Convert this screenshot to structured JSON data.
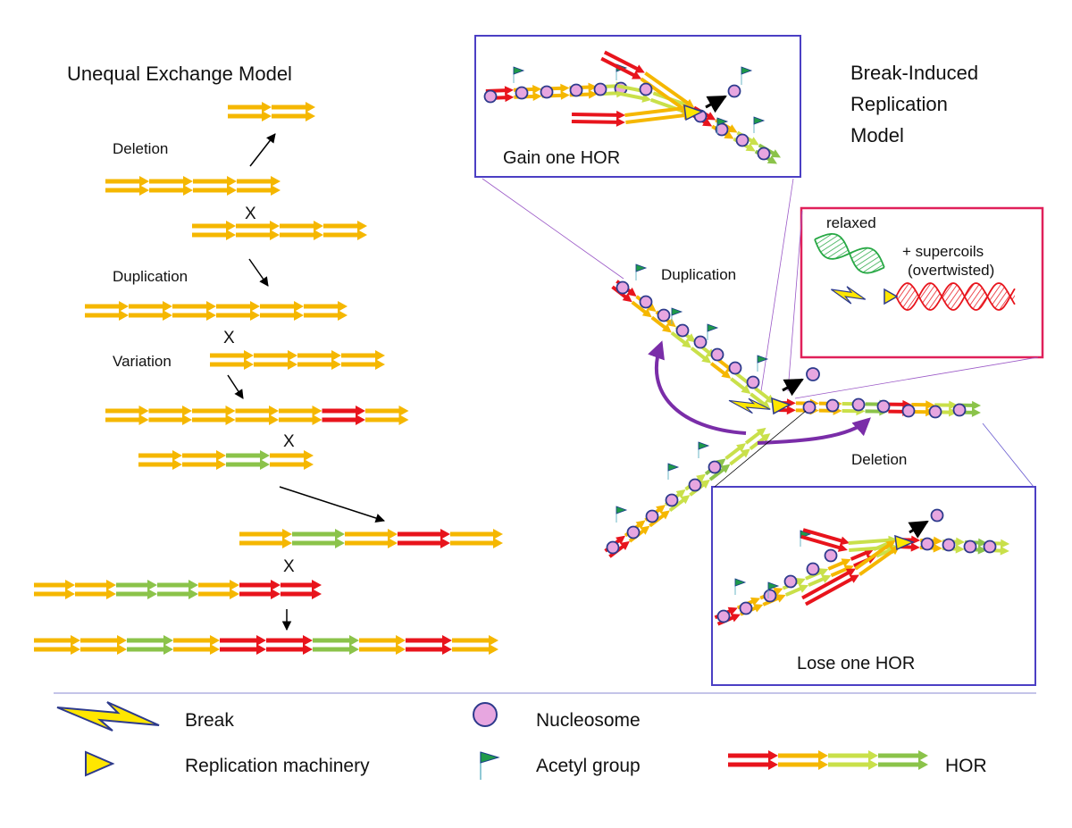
{
  "colors": {
    "orange": "#F5B700",
    "red": "#E8141C",
    "green": "#8BC34A",
    "yellow_green": "#C9E04A",
    "nucleosome": "#E7A6E0",
    "nucleosome_stroke": "#2D3A8C",
    "box_purple": "#4B3FC4",
    "box_pink": "#E0205A",
    "arrow_purple": "#7A2DA8"
  },
  "left": {
    "title": "Unequal Exchange Model",
    "deletion_label": "Deletion",
    "duplication_label": "Duplication",
    "variation_label": "Variation",
    "cross_mark": "X"
  },
  "right": {
    "title_line1": "Break-Induced",
    "title_line2": "Replication",
    "title_line3": "Model",
    "gain_label": "Gain one HOR",
    "lose_label": "Lose one HOR",
    "duplication_label": "Duplication",
    "deletion_label": "Deletion",
    "relaxed_label": "relaxed",
    "supercoils_line1": "+ supercoils",
    "supercoils_line2": "(overtwisted)"
  },
  "legend": {
    "break": "Break",
    "replication": "Replication machinery",
    "nucleosome": "Nucleosome",
    "acetyl": "Acetyl group",
    "hor": "HOR"
  },
  "icons": [
    "lightning-break-icon",
    "replication-machinery-icon",
    "nucleosome-icon",
    "acetyl-flag-icon"
  ]
}
